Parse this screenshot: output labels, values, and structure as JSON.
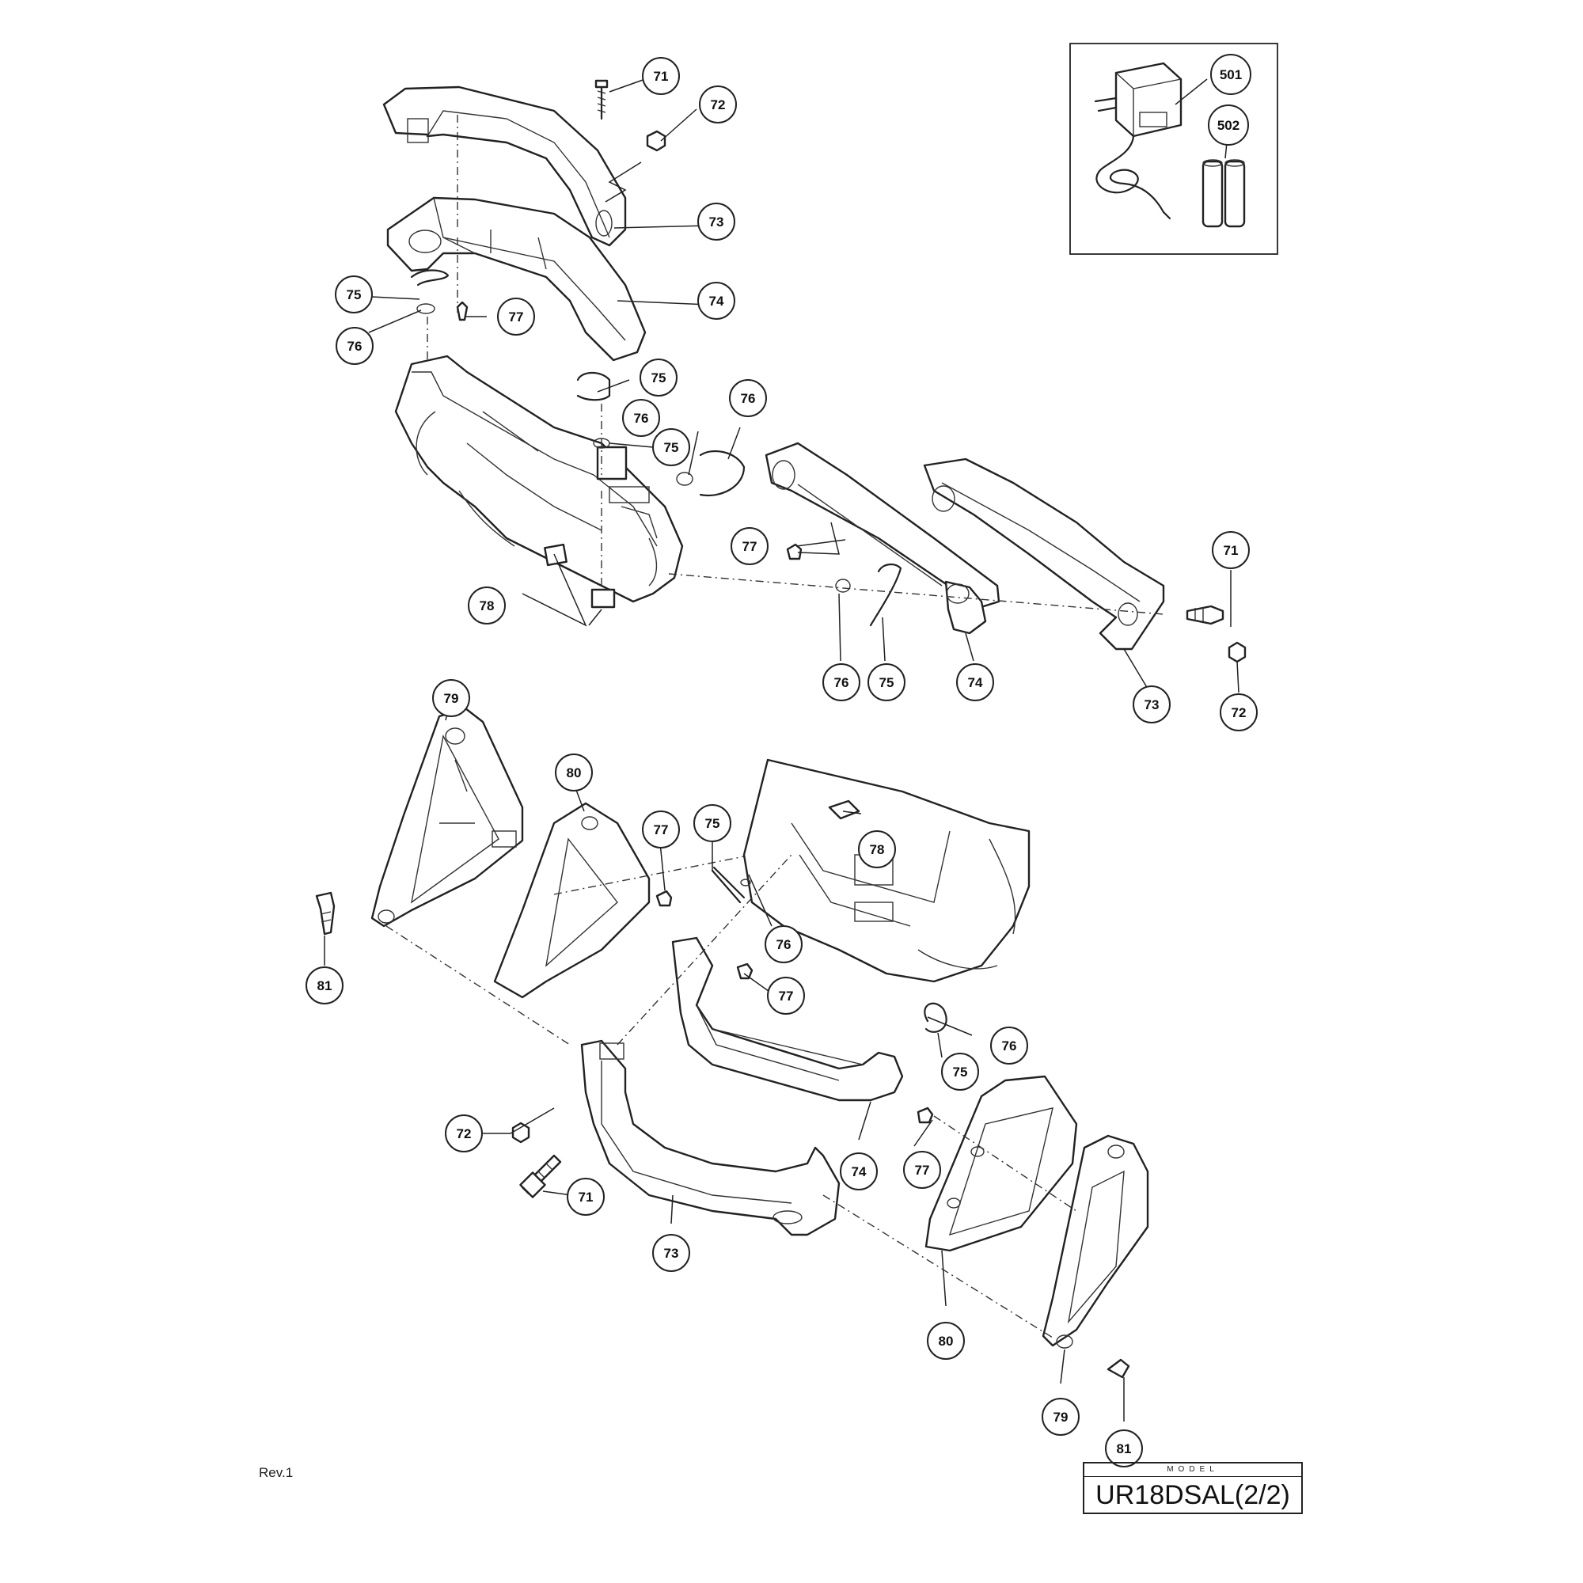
{
  "revision": "Rev.1",
  "model": {
    "label": "MODEL",
    "value": "UR18DSAL(2/2)"
  },
  "callouts": [
    {
      "number": "71"
    },
    {
      "number": "72"
    },
    {
      "number": "73"
    },
    {
      "number": "74"
    },
    {
      "number": "75"
    },
    {
      "number": "77"
    },
    {
      "number": "76"
    },
    {
      "number": "75"
    },
    {
      "number": "76"
    },
    {
      "number": "76"
    },
    {
      "number": "75"
    },
    {
      "number": "77"
    },
    {
      "number": "78"
    },
    {
      "number": "76"
    },
    {
      "number": "75"
    },
    {
      "number": "74"
    },
    {
      "number": "71"
    },
    {
      "number": "73"
    },
    {
      "number": "72"
    },
    {
      "number": "501"
    },
    {
      "number": "502"
    },
    {
      "number": "79"
    },
    {
      "number": "80"
    },
    {
      "number": "77"
    },
    {
      "number": "81"
    },
    {
      "number": "78"
    },
    {
      "number": "75"
    },
    {
      "number": "76"
    },
    {
      "number": "77"
    },
    {
      "number": "76"
    },
    {
      "number": "75"
    },
    {
      "number": "72"
    },
    {
      "number": "74"
    },
    {
      "number": "77"
    },
    {
      "number": "71"
    },
    {
      "number": "73"
    },
    {
      "number": "80"
    },
    {
      "number": "79"
    },
    {
      "number": "81"
    }
  ]
}
